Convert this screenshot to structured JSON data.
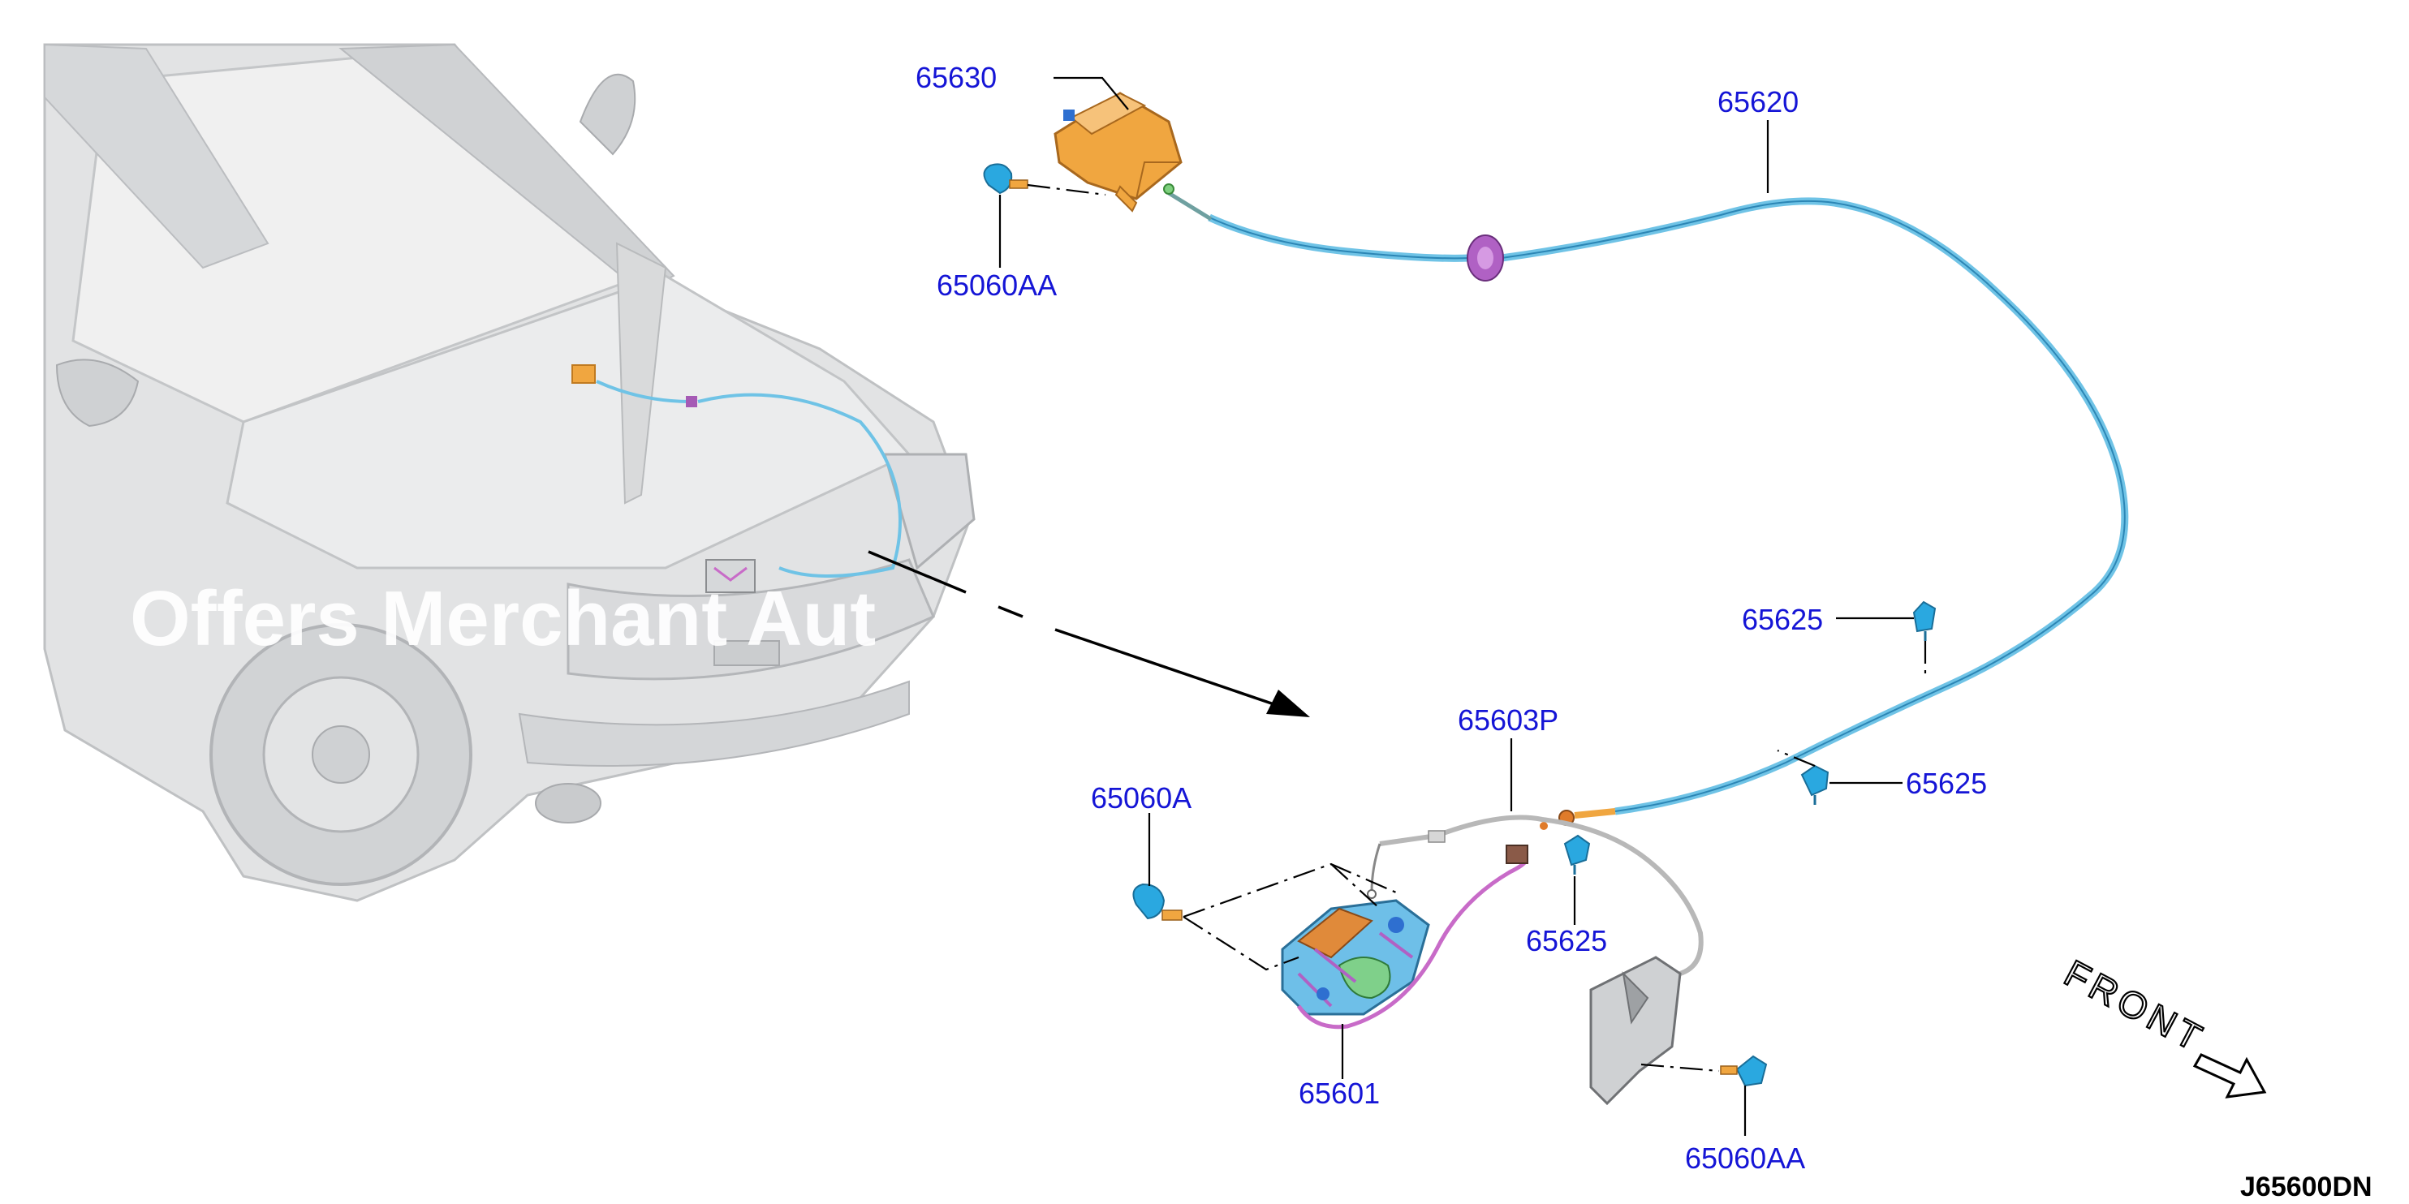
{
  "diagram": {
    "diagram_code": "J65600DN",
    "watermark": "Offers Merchant Aut",
    "direction_label": "FRONT",
    "colors": {
      "callout_text": "#1515d6",
      "hood_cable": "#6fc3e6",
      "release_cable": "#b8b8b8",
      "harness": "#c86bc8",
      "handle_bracket": "#f0a640",
      "clip": "#2aa8e0"
    },
    "callouts": {
      "p65630": "65630",
      "p65620": "65620",
      "p65060AA_top": "65060AA",
      "p65625_mid": "65625",
      "p65625_right": "65625",
      "p65603P": "65603P",
      "p65060A": "65060A",
      "p65625_low": "65625",
      "p65601": "65601",
      "p65060AA_bottom": "65060AA"
    }
  }
}
